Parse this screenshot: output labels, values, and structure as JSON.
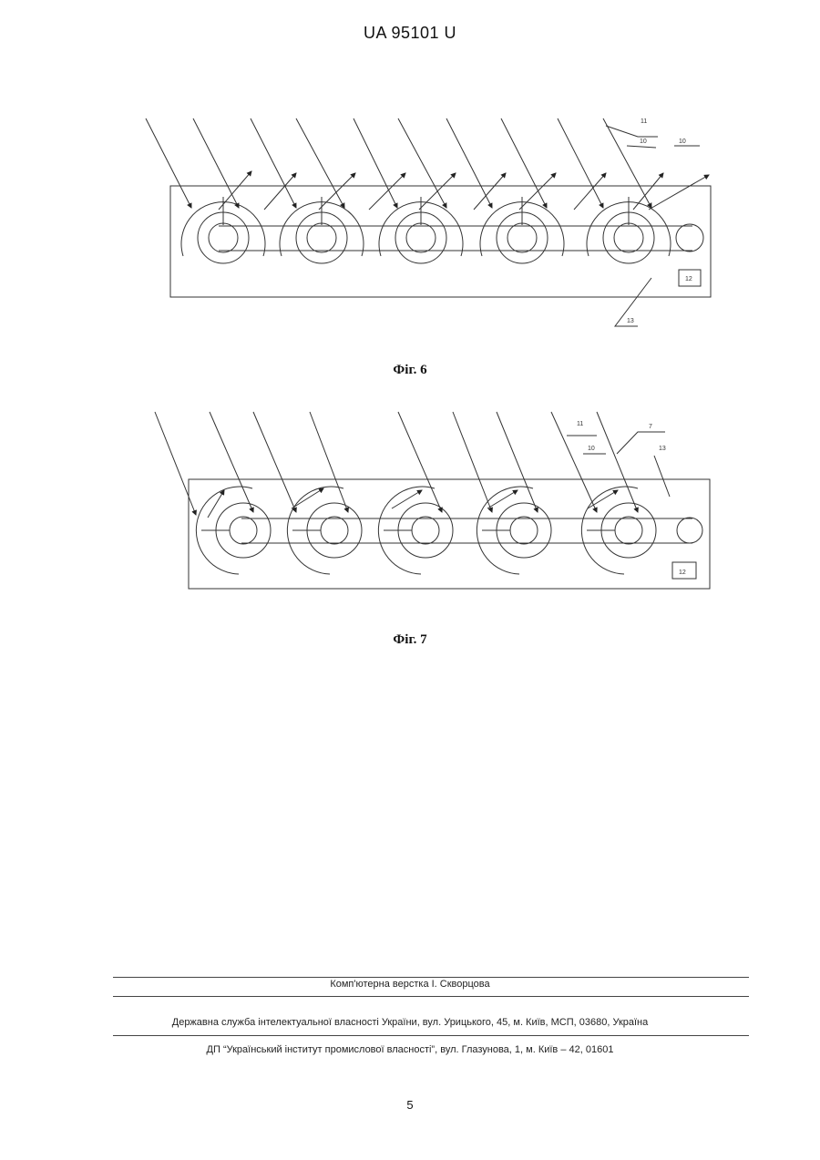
{
  "header": {
    "title": "UA   95101   U"
  },
  "figures": [
    {
      "caption": "Фіг. 6",
      "labels": {
        "top1": "11",
        "top2": "10",
        "top3": "10",
        "box": "12",
        "bottom": "13"
      }
    },
    {
      "caption": "Фіг. 7",
      "labels": {
        "top1": "11",
        "top2": "7",
        "mid1": "10",
        "mid2": "13",
        "box": "12"
      }
    }
  ],
  "footer": {
    "line1": "Комп'ютерна верстка І. Скворцова",
    "line2": "Державна служба інтелектуальної власності України, вул. Урицького, 45, м. Київ, МСП, 03680, Україна",
    "line3": "ДП “Український інститут промислової власності”, вул. Глазунова, 1, м. Київ – 42, 01601"
  },
  "page_number": "5"
}
